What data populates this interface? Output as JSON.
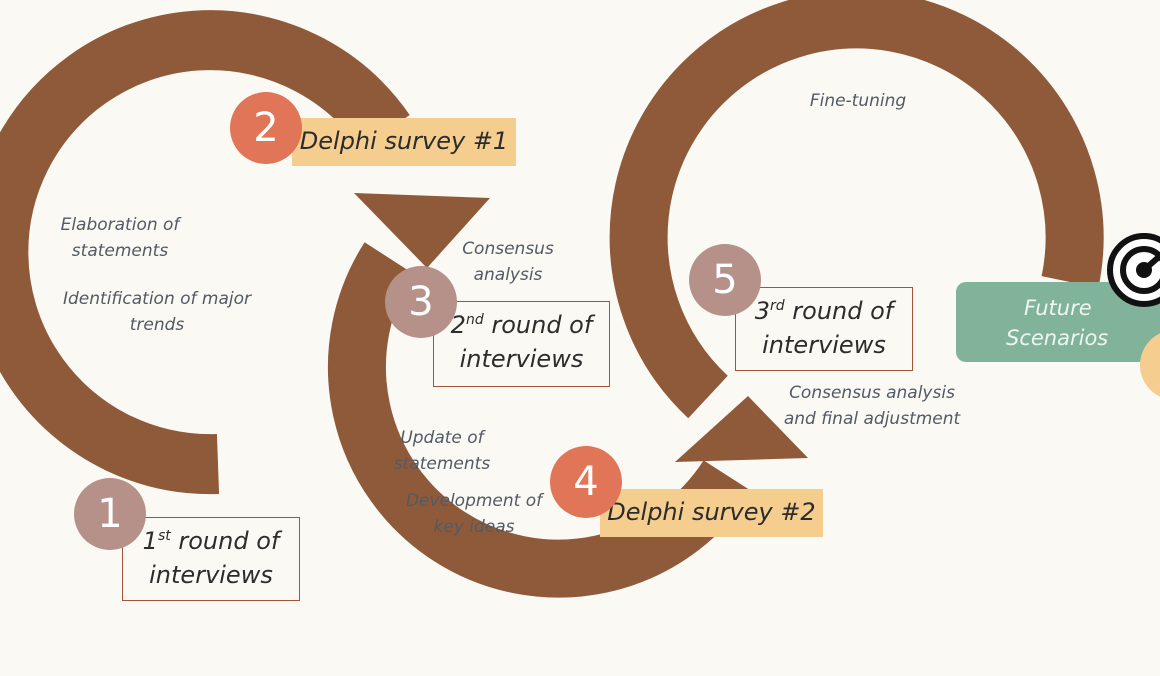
{
  "colors": {
    "arrow": "#8f5a3a",
    "step_circle_mauve": "#b5918a",
    "step_circle_coral": "#e17557",
    "survey_box": "#f5cd8e",
    "outline_box_border": "#a6533c",
    "future_box": "#80b39a"
  },
  "steps": [
    {
      "number": "1",
      "ordinal": "1",
      "suffix": "st",
      "line1_rest": " round of",
      "line2": "interviews"
    },
    {
      "number": "2",
      "label": "Delphi survey #1"
    },
    {
      "number": "3",
      "ordinal": "2",
      "suffix": "nd",
      "line1_rest": " round of",
      "line2": "interviews"
    },
    {
      "number": "4",
      "label": "Delphi survey #2"
    },
    {
      "number": "5",
      "ordinal": "3",
      "suffix": "rd",
      "line1_rest": " round of",
      "line2": "interviews"
    }
  ],
  "notes": {
    "elaboration": [
      "Elaboration of",
      "statements"
    ],
    "identification": [
      "Identification of major",
      "trends"
    ],
    "consensus": [
      "Consensus",
      "analysis"
    ],
    "update": [
      "Update of",
      "statements"
    ],
    "development": [
      "Development of",
      "key ideas"
    ],
    "fine_tuning": "Fine-tuning",
    "final": [
      "Consensus analysis",
      "and final adjustment"
    ]
  },
  "future": {
    "line1": "Future",
    "line2": "Scenarios",
    "icon": "target-icon"
  }
}
